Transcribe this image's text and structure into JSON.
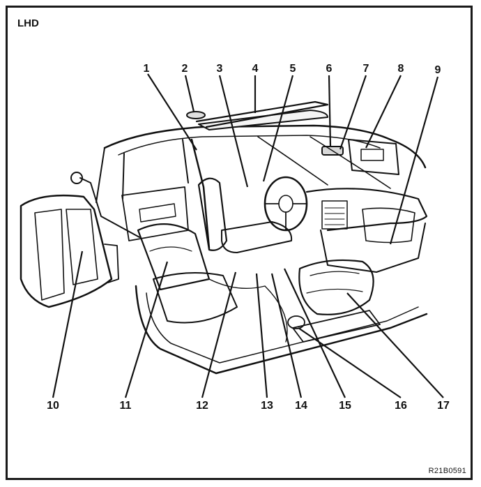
{
  "frame": {
    "corner_label": "LHD",
    "figure_code": "R21B0591"
  },
  "callouts": [
    {
      "id": "1",
      "label": "1"
    },
    {
      "id": "2",
      "label": "2"
    },
    {
      "id": "3",
      "label": "3"
    },
    {
      "id": "4",
      "label": "4"
    },
    {
      "id": "5",
      "label": "5"
    },
    {
      "id": "6",
      "label": "6"
    },
    {
      "id": "7",
      "label": "7"
    },
    {
      "id": "8",
      "label": "8"
    },
    {
      "id": "9",
      "label": "9"
    },
    {
      "id": "10",
      "label": "10"
    },
    {
      "id": "11",
      "label": "11"
    },
    {
      "id": "12",
      "label": "12"
    },
    {
      "id": "13",
      "label": "13"
    },
    {
      "id": "14",
      "label": "14"
    },
    {
      "id": "15",
      "label": "15"
    },
    {
      "id": "16",
      "label": "16"
    },
    {
      "id": "17",
      "label": "17"
    }
  ]
}
